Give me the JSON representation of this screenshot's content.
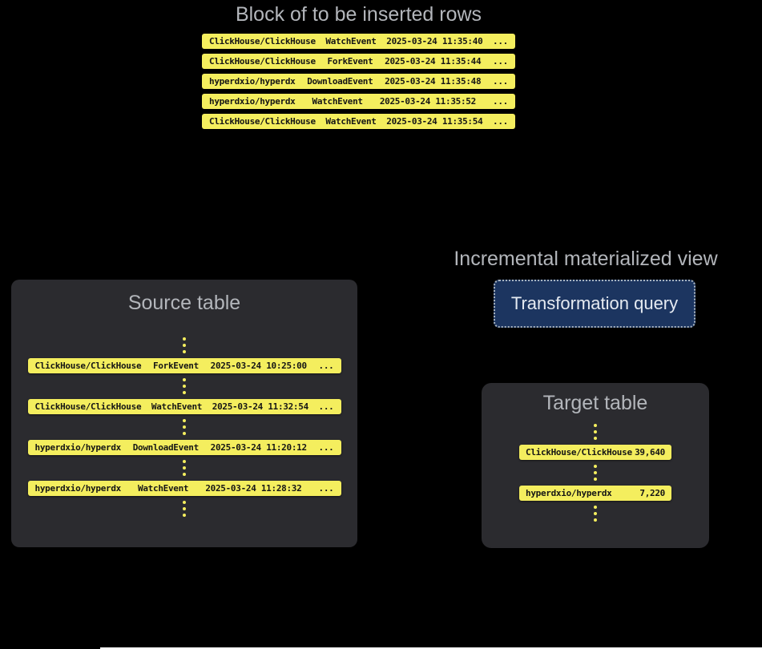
{
  "colors": {
    "background": "#000000",
    "row_yellow": "#f4ee5e",
    "row_text": "#151515",
    "box_bg": "#2b2b2f",
    "title_gray": "#b3b6bb",
    "button_bg": "#1c3560",
    "button_border": "#a9b4c0",
    "button_text": "#e6ebf2"
  },
  "insert_block": {
    "title": "Block of to be inserted rows",
    "rows": [
      {
        "repo": "ClickHouse/ClickHouse",
        "event": "WatchEvent",
        "time": "2025-03-24 11:35:40",
        "more": "..."
      },
      {
        "repo": "ClickHouse/ClickHouse",
        "event": "ForkEvent",
        "time": "2025-03-24 11:35:44",
        "more": "..."
      },
      {
        "repo": "hyperdxio/hyperdx",
        "event": "DownloadEvent",
        "time": "2025-03-24 11:35:48",
        "more": "..."
      },
      {
        "repo": "hyperdxio/hyperdx",
        "event": "WatchEvent",
        "time": "2025-03-24 11:35:52",
        "more": "..."
      },
      {
        "repo": "ClickHouse/ClickHouse",
        "event": "WatchEvent",
        "time": "2025-03-24 11:35:54",
        "more": "..."
      }
    ]
  },
  "source_table": {
    "title": "Source table",
    "rows": [
      {
        "repo": "ClickHouse/ClickHouse",
        "event": "ForkEvent",
        "time": "2025-03-24 10:25:00",
        "more": "..."
      },
      {
        "repo": "ClickHouse/ClickHouse",
        "event": "WatchEvent",
        "time": "2025-03-24 11:32:54",
        "more": "..."
      },
      {
        "repo": "hyperdxio/hyperdx",
        "event": "DownloadEvent",
        "time": "2025-03-24 11:20:12",
        "more": "..."
      },
      {
        "repo": "hyperdxio/hyperdx",
        "event": "WatchEvent",
        "time": "2025-03-24 11:28:32",
        "more": "..."
      }
    ]
  },
  "materialized_view": {
    "title": "Incremental materialized view",
    "button_label": "Transformation query"
  },
  "target_table": {
    "title": "Target table",
    "rows": [
      {
        "repo": "ClickHouse/ClickHouse",
        "count": "39,640"
      },
      {
        "repo": "hyperdxio/hyperdx",
        "count": "7,220"
      }
    ]
  }
}
